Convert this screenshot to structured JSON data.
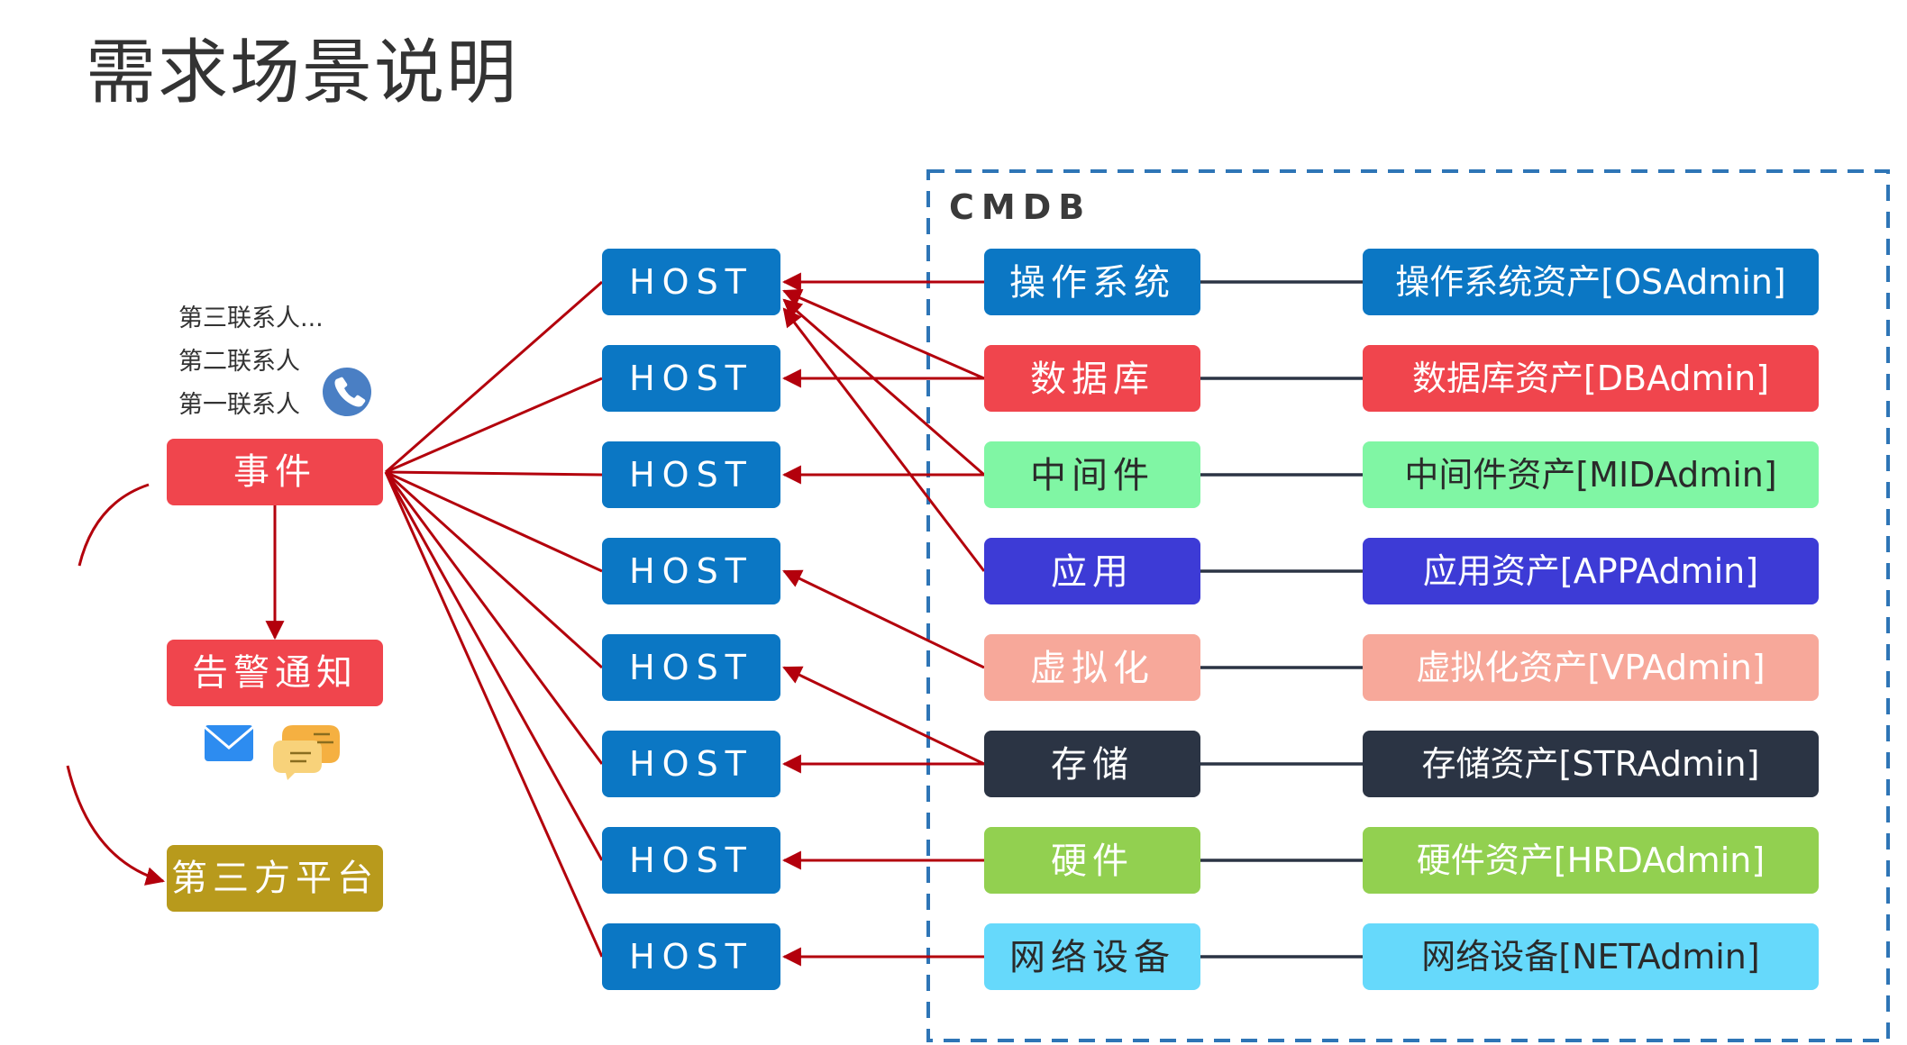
{
  "title": "需求场景说明",
  "cmdb": {
    "label": "CMDB"
  },
  "contacts": [
    "第三联系人...",
    "第二联系人",
    "第一联系人"
  ],
  "event": {
    "label": "事件"
  },
  "alert": {
    "label": "告警通知"
  },
  "third_party": {
    "label": "第三方平台"
  },
  "hosts": [
    "HOST",
    "HOST",
    "HOST",
    "HOST",
    "HOST",
    "HOST",
    "HOST",
    "HOST"
  ],
  "categories": [
    {
      "label": "操作系统",
      "asset": "操作系统资产[OSAdmin]",
      "bg": "#0b77c4",
      "fg": "#ffffff"
    },
    {
      "label": "数据库",
      "asset": "数据库资产[DBAdmin]",
      "bg": "#f0454d",
      "fg": "#ffffff"
    },
    {
      "label": "中间件",
      "asset": "中间件资产[MIDAdmin]",
      "bg": "#80f6a4",
      "fg": "#2a2a2a"
    },
    {
      "label": "应用",
      "asset": "应用资产[APPAdmin]",
      "bg": "#3d3bd6",
      "fg": "#ffffff"
    },
    {
      "label": "虚拟化",
      "asset": "虚拟化资产[VPAdmin]",
      "bg": "#f7a89a",
      "fg": "#ffffff"
    },
    {
      "label": "存储",
      "asset": "存储资产[STRAdmin]",
      "bg": "#2b3444",
      "fg": "#ffffff"
    },
    {
      "label": "硬件",
      "asset": "硬件资产[HRDAdmin]",
      "bg": "#92d050",
      "fg": "#ffffff"
    },
    {
      "label": "网络设备",
      "asset": "网络设备[NETAdmin]",
      "bg": "#66d9fb",
      "fg": "#2a2a2a"
    }
  ],
  "colors": {
    "host_bg": "#0b77c4",
    "event_bg": "#f0454d",
    "alert_bg": "#f0454d",
    "third_party_bg": "#b89a1c",
    "arrow": "#b3000c",
    "cmdb_border": "#2e75b6",
    "phone_bg": "#4a7fc4"
  },
  "icons": {
    "phone": "phone-icon",
    "email": "email-icon",
    "chat": "chat-icon"
  }
}
